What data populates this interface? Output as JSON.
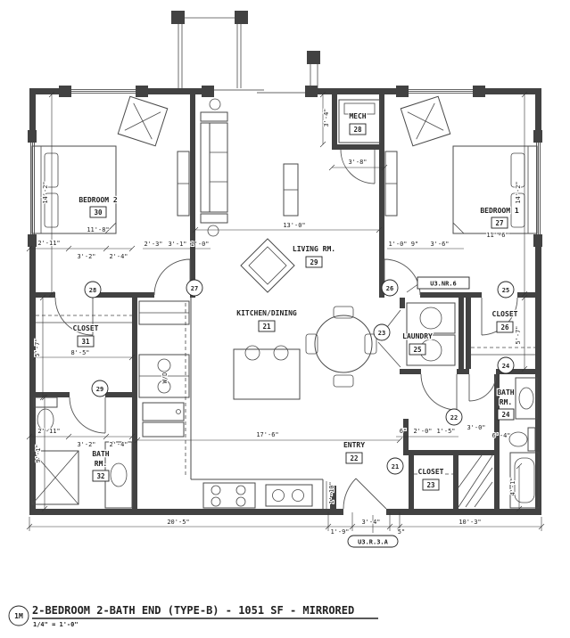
{
  "colors": {
    "ink": "#222222",
    "wall": "#424242",
    "thin_line": "#4a4a4a"
  },
  "title_block": {
    "ref": "1M",
    "title": "2-BEDROOM 2-BATH END (TYPE-B) - 1051 SF - MIRRORED",
    "scale": "1/4\" = 1'-0\""
  },
  "rooms": {
    "bedroom2": {
      "name": "BEDROOM 2",
      "number": "30",
      "dim": "11'-8\""
    },
    "bedroom1": {
      "name": "BEDROOM 1",
      "number": "27",
      "dim": "11'-6\""
    },
    "mech": {
      "name": "MECH",
      "number": "28"
    },
    "living": {
      "name": "LIVING RM.",
      "number": "29"
    },
    "kitchen": {
      "name": "KITCHEN/DINING",
      "number": "21"
    },
    "closet31": {
      "name": "CLOSET",
      "number": "31"
    },
    "closet26": {
      "name": "CLOSET",
      "number": "26"
    },
    "laundry": {
      "name": "LAUNDRY",
      "number": "25"
    },
    "bath32": {
      "name1": "BATH",
      "name2": "RM.",
      "number": "32"
    },
    "bath24": {
      "name1": "BATH",
      "name2": "RM.",
      "number": "24"
    },
    "entry": {
      "name": "ENTRY",
      "number": "22"
    },
    "closet23": {
      "name": "CLOSET",
      "number": "23"
    }
  },
  "keynotes": {
    "k21": "21",
    "k22": "22",
    "k23": "23",
    "k24": "24",
    "k25": "25",
    "k26": "26",
    "k27": "27",
    "k28": "28",
    "k29": "29"
  },
  "tags": {
    "door": "U3.NR.6",
    "entry_door": "U3.R.3.A"
  },
  "fixtures": {
    "wd": "W/D"
  },
  "dims": {
    "v3_4_top": "3'-4\"",
    "h3_8": "3'-8\"",
    "v14_2_l": "14'-2\"",
    "v14_2_r": "14'-2\"",
    "h2_11_a": "2'-11\"",
    "h3_2_a": "3'-2\"",
    "h2_4_a": "2'-4\"",
    "h2_3": "2'-3\"",
    "h3_1": "3'-1\"",
    "h1_0_a": "1'-0\"",
    "h13_0": "13'-0\"",
    "h1_0_b": "1'-0\"",
    "h9": "9\"",
    "h3_6": "3'-6\"",
    "v5_7_l": "5'-7\"",
    "h8_5": "8'-5\"",
    "v5_7_r": "5'-7\"",
    "h2_11_b": "2'-11\"",
    "h3_2_b": "3'-2\"",
    "h2_4_b": "2'-4\"",
    "v9_1": "9'-1\"",
    "h17_6": "17'-6\"",
    "h6": "6\"",
    "h2_0": "2'-0\"",
    "h1_5": "1'-5\"",
    "h3_0": "3'-0\"",
    "h6_4": "6'-4\"",
    "v4_1": "4'-1\"",
    "h20_5": "20'-5\"",
    "h1_9": "1'-9\"",
    "h3_4_b": "3'-4\"",
    "h5": "5\"",
    "h10_3": "10'-3\"",
    "v1_10": "1'-10\""
  }
}
